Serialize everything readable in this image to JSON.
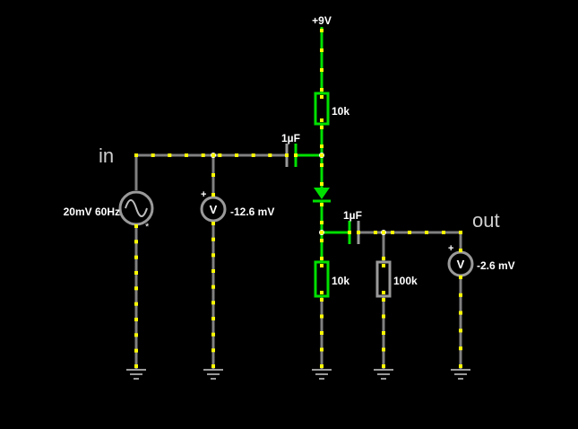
{
  "supply": {
    "label": "+9V"
  },
  "nodes": {
    "input_label": "in",
    "output_label": "out"
  },
  "source": {
    "label": "20mV 60Hz"
  },
  "meters": {
    "input": {
      "value": "-12.6 mV",
      "polarity": "+"
    },
    "output": {
      "value": "-2.6 mV",
      "polarity": "+"
    }
  },
  "components": {
    "r_top": "10k",
    "c_in": "1µF",
    "c_out": "1µF",
    "r_bottom": "10k",
    "r_load": "100k"
  },
  "colors": {
    "background": "#000000",
    "wire_idle": "#808080",
    "wire_active": "#00e000",
    "current_dots": "#ffff00"
  }
}
